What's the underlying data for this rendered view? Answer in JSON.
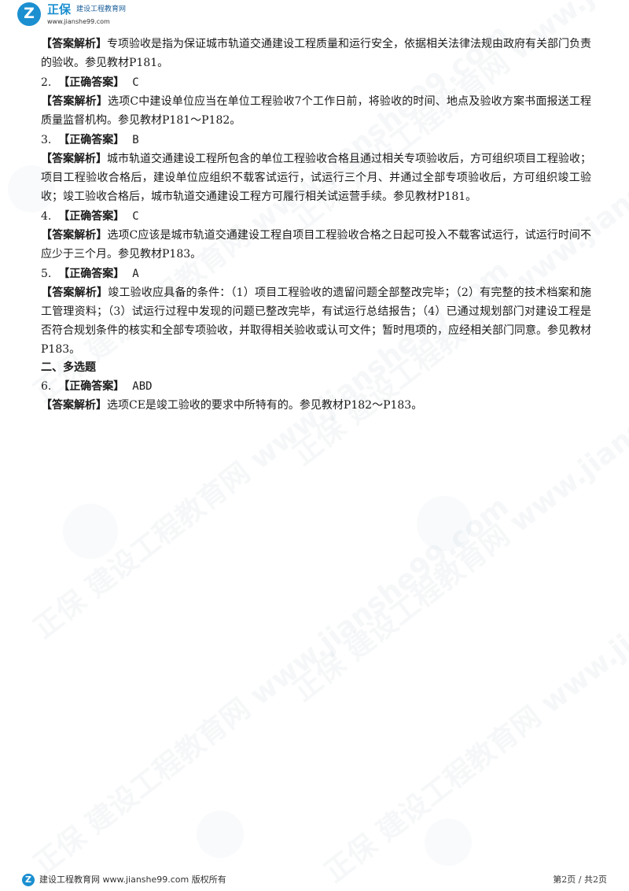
{
  "header": {
    "logo_brand": "正保",
    "logo_subtitle": "建设工程教育网",
    "logo_url": "www.jianshe99.com"
  },
  "watermark": {
    "text": "正保 建设工程教育网 www.jianshe99.com"
  },
  "content": {
    "items": [
      {
        "kind": "para",
        "tag": "【答案解析】",
        "text": "专项验收是指为保证城市轨道交通建设工程质量和运行安全，依据相关法律法规由政府有关部门负责的验收。参见教材P181。"
      },
      {
        "kind": "q",
        "num": "2.",
        "label": "【正确答案】",
        "answer": "C"
      },
      {
        "kind": "para",
        "tag": "【答案解析】",
        "text": "选项C中建设单位应当在单位工程验收7个工作日前，将验收的时间、地点及验收方案书面报送工程质量监督机构。参见教材P181～P182。"
      },
      {
        "kind": "q",
        "num": "3.",
        "label": "【正确答案】",
        "answer": "B"
      },
      {
        "kind": "para",
        "tag": "【答案解析】",
        "text": "城市轨道交通建设工程所包含的单位工程验收合格且通过相关专项验收后，方可组织项目工程验收；项目工程验收合格后，建设单位应组织不载客试运行，试运行三个月、并通过全部专项验收后，方可组织竣工验收；竣工验收合格后，城市轨道交通建设工程方可履行相关试运营手续。参见教材P181。"
      },
      {
        "kind": "q",
        "num": "4.",
        "label": "【正确答案】",
        "answer": "C"
      },
      {
        "kind": "para",
        "tag": "【答案解析】",
        "text": "选项C应该是城市轨道交通建设工程自项目工程验收合格之日起可投入不载客试运行，试运行时间不应少于三个月。参见教材P183。"
      },
      {
        "kind": "q",
        "num": "5.",
        "label": "【正确答案】",
        "answer": "A"
      },
      {
        "kind": "para",
        "tag": "【答案解析】",
        "text": "竣工验收应具备的条件：（1）项目工程验收的遗留问题全部整改完毕；（2）有完整的技术档案和施工管理资料；（3）试运行过程中发现的问题已整改完毕，有试运行总结报告；（4）已通过规划部门对建设工程是否符合规划条件的核实和全部专项验收，并取得相关验收或认可文件；暂时甩项的，应经相关部门同意。参见教材P183。"
      },
      {
        "kind": "section",
        "text": "二、多选题"
      },
      {
        "kind": "q",
        "num": "6.",
        "label": "【正确答案】",
        "answer": "ABD"
      },
      {
        "kind": "para",
        "tag": "【答案解析】",
        "text": "选项CE是竣工验收的要求中所特有的。参见教材P182～P183。"
      }
    ]
  },
  "footer": {
    "left": "建设工程教育网 www.jianshe99.com 版权所有",
    "right": "第2页 / 共2页"
  }
}
